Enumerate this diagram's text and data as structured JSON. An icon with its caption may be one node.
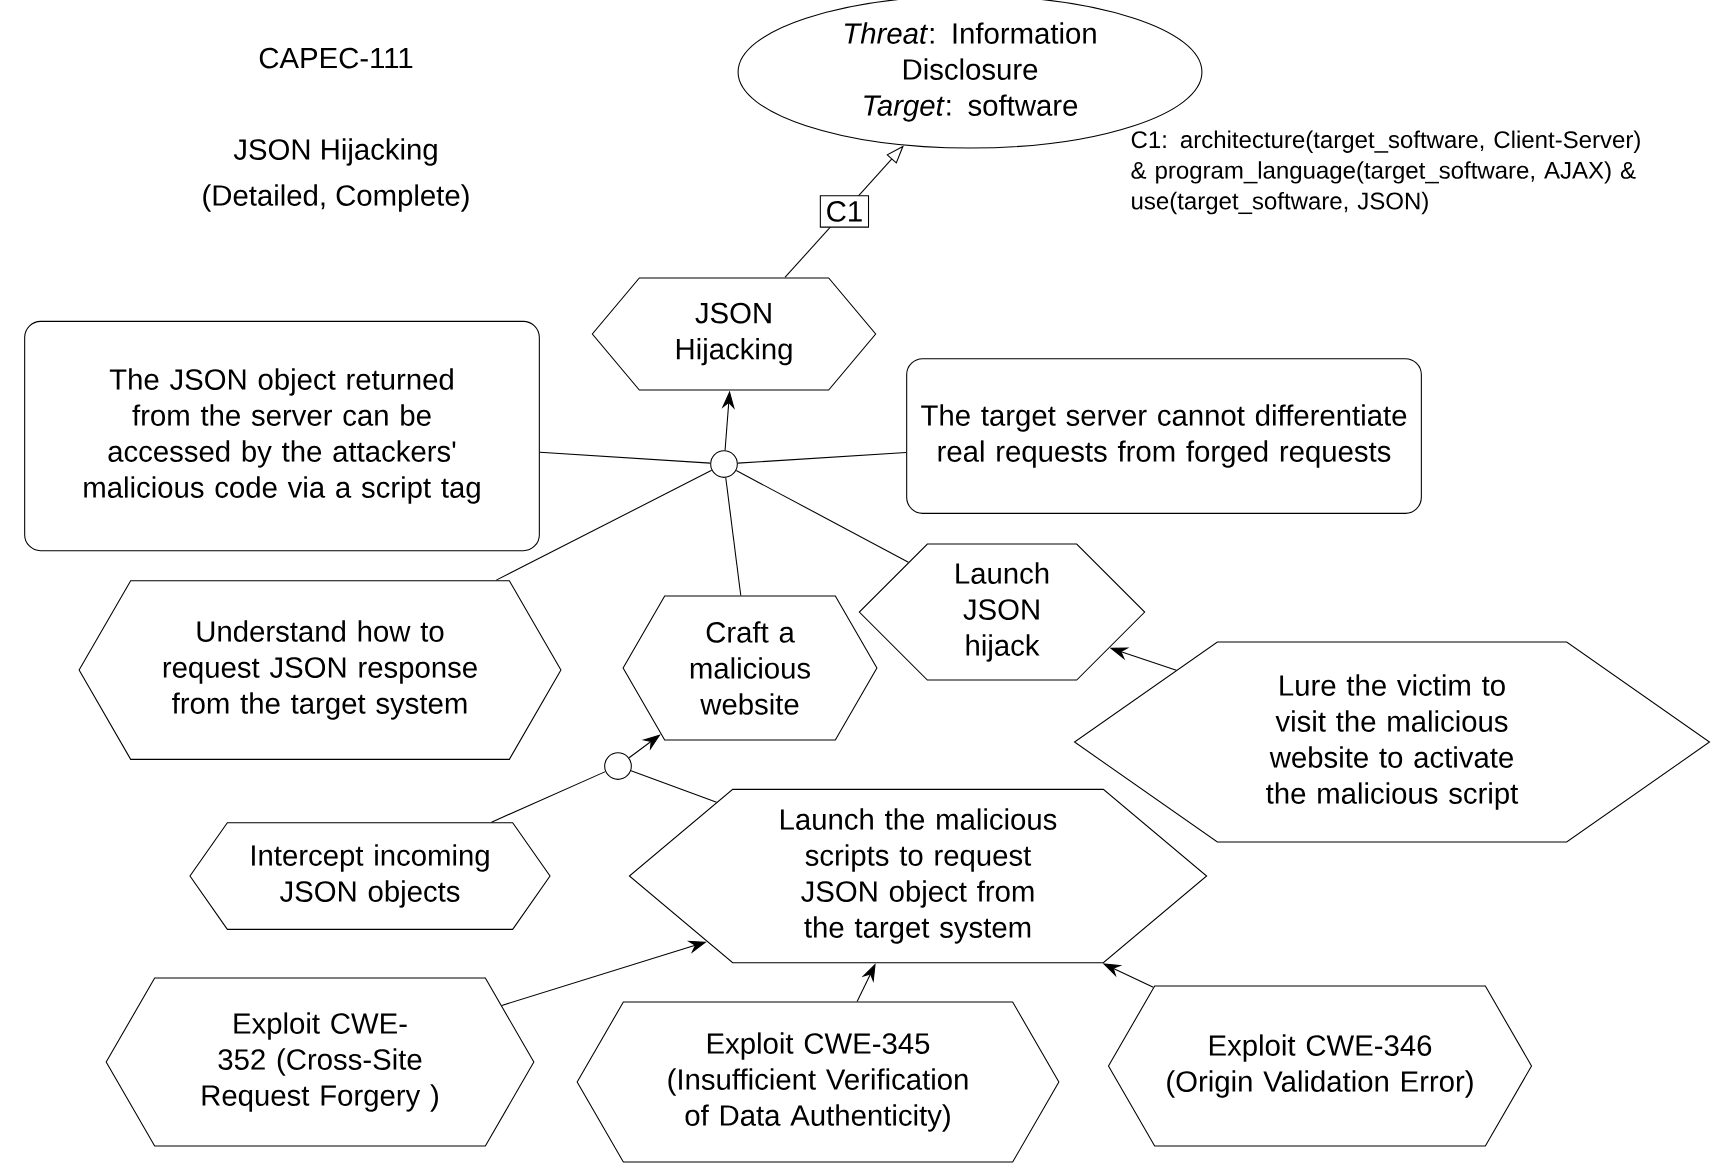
{
  "diagram": {
    "title": "CAPEC-111",
    "nodes": [
      {
        "text": [
          "*Threat*: Information Disclosure",
          "*Target*: software"
        ]
      },
      {
        "text": [
          "JSON Hijacking"
        ]
      },
      {
        "text": [
          "The JSON object returned from the server can be accessed by the attackers' malicious code via a script tag"
        ]
      },
      {
        "text": [
          "The target server cannot differentiate real requests from forged requests"
        ]
      },
      {
        "text": [],
        "shape": "circle"
      },
      {
        "text": [
          "Understand how to request JSON response from the target system"
        ]
      },
      {
        "text": [
          "Craft a malicious website"
        ]
      },
      {
        "text": [
          "Launch JSON hijack"
        ]
      },
      {
        "text": [
          "Lure the victim to visit the malicious website to activate the malicious script"
        ]
      },
      {
        "text": [],
        "shape": "circle"
      },
      {
        "text": [
          "Intercept incoming JSON objects"
        ]
      },
      {
        "text": [
          "Launch the malicious scripts to request JSON object from the target system"
        ]
      },
      {
        "text": [
          "Exploit CWE-352 (Cross-Site Request Forgery )"
        ]
      },
      {
        "text": [
          "Exploit CWE-345 (Insufficient Verification of Data Authenticity)"
        ]
      },
      {
        "text": [
          "Exploit CWE-346 (Origin Validation Error)"
        ]
      }
    ],
    "edges": [
      {
        "from": 1,
        "to": 0,
        "arrow": "to",
        "label": "C1"
      },
      {
        "from": 4,
        "to": 1,
        "arrow": "to"
      },
      {
        "from": 2,
        "to": 4,
        "arrow": "none"
      },
      {
        "from": 3,
        "to": 4,
        "arrow": "none"
      },
      {
        "from": 5,
        "to": 4,
        "arrow": "none"
      },
      {
        "from": 6,
        "to": 4,
        "arrow": "none"
      },
      {
        "from": 7,
        "to": 4,
        "arrow": "none"
      },
      {
        "from": 8,
        "to": 7,
        "arrow": "to"
      },
      {
        "from": 9,
        "to": 6,
        "arrow": "to"
      },
      {
        "from": 10,
        "to": 9,
        "arrow": "none"
      },
      {
        "from": 11,
        "to": 9,
        "arrow": "none"
      },
      {
        "from": 12,
        "to": 11,
        "arrow": "to"
      },
      {
        "from": 13,
        "to": 11,
        "arrow": "to"
      },
      {
        "from": 14,
        "to": 11,
        "arrow": "to"
      }
    ],
    "labels": [
      "JSON Hijacking",
      "(Detailed, Complete)",
      "C1: architecture(target_software, Client-Server) & program_language(target_software, AJAX) & use(target_software, JSON)"
    ]
  }
}
